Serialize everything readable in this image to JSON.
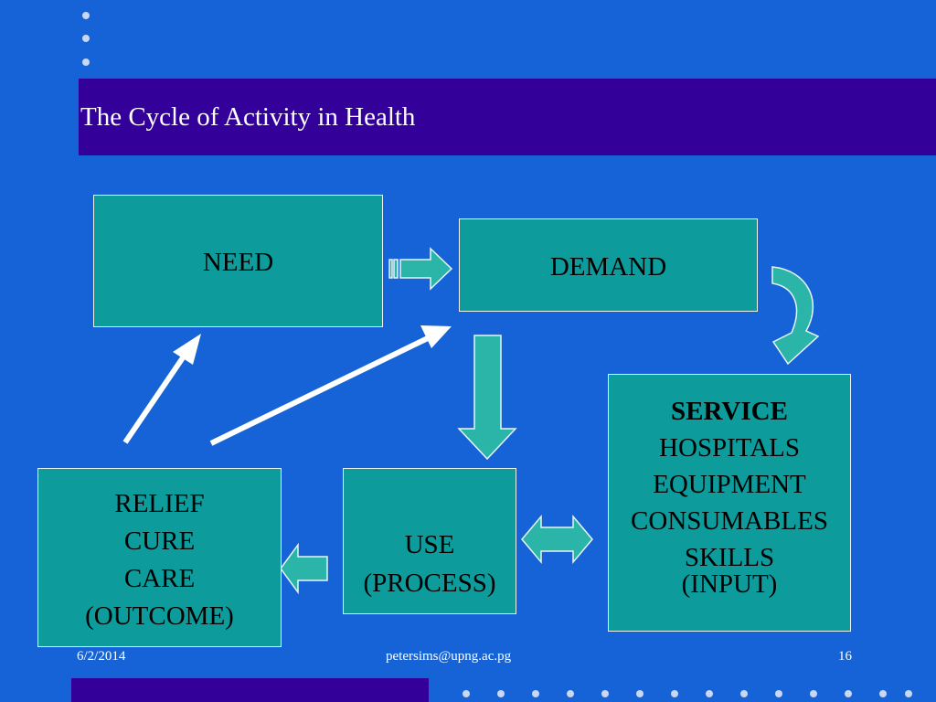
{
  "slide": {
    "title": "The Cycle of Activity in Health"
  },
  "diagram": {
    "need": {
      "label": "NEED"
    },
    "demand": {
      "label": "DEMAND"
    },
    "service": {
      "heading": "SERVICE",
      "items": [
        "HOSPITALS",
        "EQUIPMENT",
        "CONSUMABLES",
        "SKILLS"
      ],
      "footer": "(INPUT)"
    },
    "use": {
      "lines": [
        "USE",
        "(PROCESS)"
      ]
    },
    "outcome": {
      "lines": [
        "RELIEF",
        "CURE",
        "CARE",
        "(OUTCOME)"
      ]
    }
  },
  "footer": {
    "date": "6/2/2014",
    "email": "petersims@upng.ac.pg",
    "page": "16"
  },
  "colors": {
    "background": "#1563D6",
    "title_band": "#330099",
    "box_fill": "#0D9B9B",
    "arrow_fill": "#2AB5A8",
    "pointer": "#FFFFFF"
  }
}
